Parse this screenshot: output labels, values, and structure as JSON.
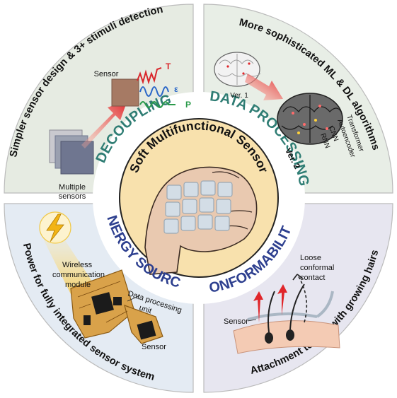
{
  "center": {
    "title": "Soft Multifunctional Sensor"
  },
  "quadrants": {
    "top_left": {
      "ring_label": "DECOUPLING",
      "outer_text": "Simpler sensor design & 3+ stimuli detection",
      "sensor_label": "Sensor",
      "multiple_label_1": "Multiple",
      "multiple_label_2": "sensors",
      "signal_labels": [
        "T",
        "ε",
        "P"
      ],
      "bg_color": "#e6ebe2",
      "ring_color": "#2f7d74"
    },
    "top_right": {
      "ring_label": "DATA PROCESSING",
      "outer_text": "More sophisticated ML & DL algorithms",
      "ver1_label": "Ver. 1",
      "ver2_label": "Ver. 2",
      "algorithms": [
        "Transformer",
        "Autoencoder",
        "CNN",
        "RNN"
      ],
      "bg_color": "#e8eee6",
      "ring_color": "#2f7d74"
    },
    "bottom_left": {
      "ring_label": "ENERGY SOURCE",
      "outer_text": "Power for fully integrated sensor system",
      "wireless_label_1": "Wireless",
      "wireless_label_2": "communication",
      "wireless_label_3": "module",
      "dpu_label_1": "Data processing",
      "dpu_label_2": "unit",
      "sensor_label": "Sensor",
      "bg_color": "#e4ebf3",
      "ring_color": "#2d3f8f"
    },
    "bottom_right": {
      "ring_label": "CONFORMABILITY",
      "outer_text": "Attachment to skin with growing hairs",
      "loose_label_1": "Loose",
      "loose_label_2": "conformal",
      "loose_label_3": "contact",
      "sensor_label": "Sensor",
      "bg_color": "#e7e6f0",
      "ring_color": "#2d3f8f"
    }
  },
  "colors": {
    "center_fill": "#f8e1ad",
    "arrow_red": "#e0262b",
    "temp_red": "#d9262b",
    "strain_blue": "#2b67c8",
    "pressure_green": "#2a9a4a",
    "bolt_yellow": "#f2b416"
  }
}
